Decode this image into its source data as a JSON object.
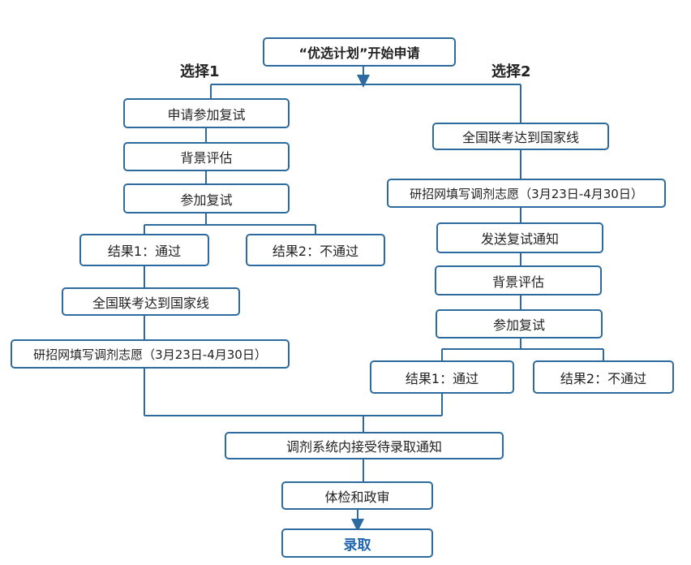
{
  "colors": {
    "border": "#2c6aa0",
    "line": "#2c6aa0",
    "final_text": "#1f66b0"
  },
  "top": {
    "start": "“优选计划”开始申请"
  },
  "choice1": {
    "label": "选择1",
    "apply_retest": "申请参加复试",
    "background_eval": "背景评估",
    "attend_retest": "参加复试",
    "result_pass": "结果1：通过",
    "result_fail": "结果2：不通过",
    "national_line": "全国联考达到国家线",
    "fill_adjustment": "研招网填写调剂志愿（3月23日-4月30日）"
  },
  "choice2": {
    "label": "选择2",
    "national_line": "全国联考达到国家线",
    "fill_adjustment": "研招网填写调剂志愿（3月23日-4月30日）",
    "send_notice": "发送复试通知",
    "background_eval": "背景评估",
    "attend_retest": "参加复试",
    "result_pass": "结果1：通过",
    "result_fail": "结果2：不通过"
  },
  "bottom": {
    "accept_notice": "调剂系统内接受待录取通知",
    "physical_political": "体检和政审",
    "admitted": "录取"
  }
}
